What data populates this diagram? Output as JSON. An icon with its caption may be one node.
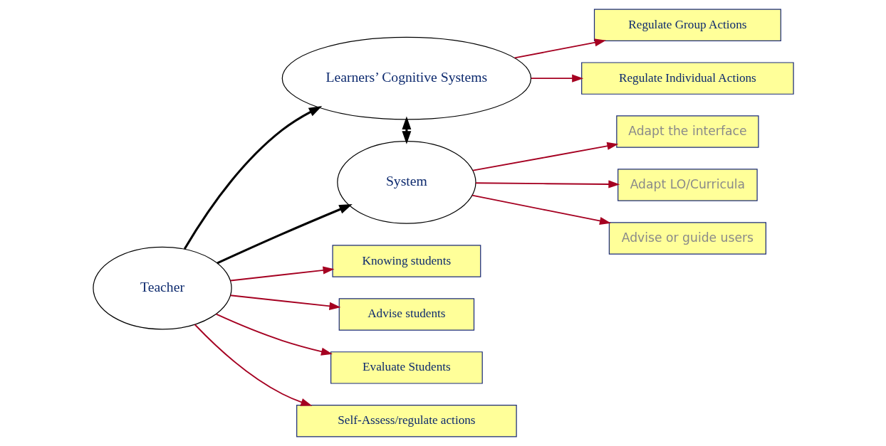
{
  "diagram": {
    "nodes": [
      {
        "text": [
          "System"
        ]
      },
      {
        "text": [
          "Learners’ Cognitive Systems"
        ]
      },
      {
        "text": [
          "Teacher"
        ]
      },
      {
        "text": [
          "Adapt the interface"
        ]
      },
      {
        "text": [
          "Adapt LO/Curricula"
        ]
      },
      {
        "text": [
          "Advise or guide users"
        ]
      },
      {
        "text": [
          "Regulate Individual Actions"
        ]
      },
      {
        "text": [
          "Regulate Group Actions"
        ]
      },
      {
        "text": [
          "Knowing students"
        ]
      },
      {
        "text": [
          "Advise students"
        ]
      },
      {
        "text": [
          "Evaluate Students"
        ]
      },
      {
        "text": [
          "Self-Assess/regulate actions"
        ]
      }
    ],
    "edges": [
      {
        "from": 0,
        "to": 3,
        "arrow": "to"
      },
      {
        "from": 0,
        "to": 4,
        "arrow": "to"
      },
      {
        "from": 0,
        "to": 5,
        "arrow": "to"
      },
      {
        "from": 1,
        "to": 0,
        "arrow": "both",
        "color": "#000000"
      },
      {
        "from": 2,
        "to": 0,
        "arrow": "to",
        "color": "#000000"
      },
      {
        "from": 2,
        "to": 1,
        "arrow": "to",
        "color": "#000000"
      },
      {
        "from": 2,
        "to": 8,
        "arrow": "to"
      },
      {
        "from": 2,
        "to": 9,
        "arrow": "to"
      },
      {
        "from": 2,
        "to": 10,
        "arrow": "to"
      },
      {
        "from": 1,
        "to": 6,
        "arrow": "to"
      },
      {
        "from": 1,
        "to": 7,
        "arrow": "to"
      },
      {
        "from": 2,
        "to": 11,
        "arrow": "to"
      }
    ]
  }
}
